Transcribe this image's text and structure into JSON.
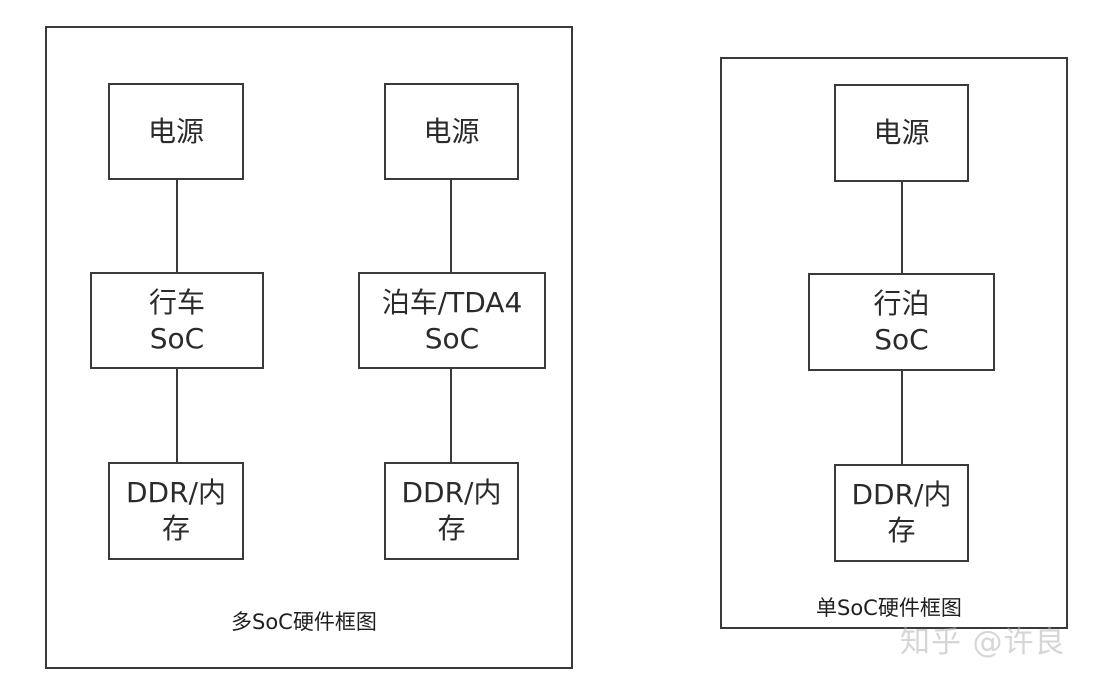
{
  "left_diagram": {
    "caption": "多SoC硬件框图",
    "col1": {
      "power": "电源",
      "soc_line1": "行车",
      "soc_line2": "SoC",
      "ddr_line1": "DDR/内",
      "ddr_line2": "存"
    },
    "col2": {
      "power": "电源",
      "soc_line1": "泊车/TDA4",
      "soc_line2": "SoC",
      "ddr_line1": "DDR/内",
      "ddr_line2": "存"
    }
  },
  "right_diagram": {
    "caption": "单SoC硬件框图",
    "power": "电源",
    "soc_line1": "行泊",
    "soc_line2": "SoC",
    "ddr_line1": "DDR/内",
    "ddr_line2": "存"
  },
  "watermark": "知乎 @许良"
}
